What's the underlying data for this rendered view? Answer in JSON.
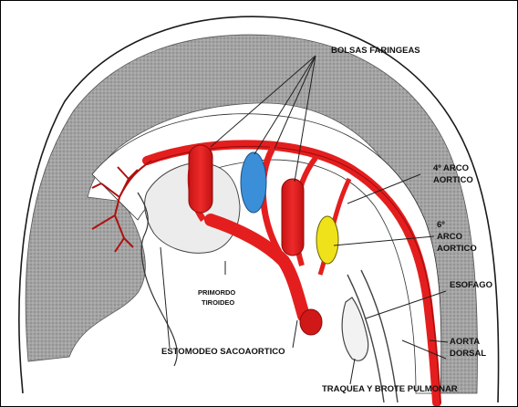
{
  "labels": {
    "bolsas_faringeas": "BOLSAS FARINGEAS",
    "arco4_line1": "4º ARCO",
    "arco4_line2": "AORTICO",
    "arco6_line1": "6º",
    "arco6_line2": "ARCO",
    "arco6_line3": "AORTICO",
    "esofago": "ESOFAGO",
    "aorta_line1": "AORTA",
    "aorta_line2": "DORSAL",
    "primordio_line1": "PRIMORDO",
    "primordio_line2": "TIROIDEO",
    "estomodeo_saco": "ESTOMODEO SACOAORTICO",
    "traquea": "TRAQUEA Y BROTE PULMONAR"
  },
  "colors": {
    "artery_red": "#e41e1e",
    "artery_dark": "#b01010",
    "pouch_blue": "#3b8fd9",
    "pouch_yellow": "#f0e21a",
    "stipple_gray": "#9d9d9d",
    "tissue_light": "#e8e8e8",
    "outline": "#1a1a1a"
  }
}
